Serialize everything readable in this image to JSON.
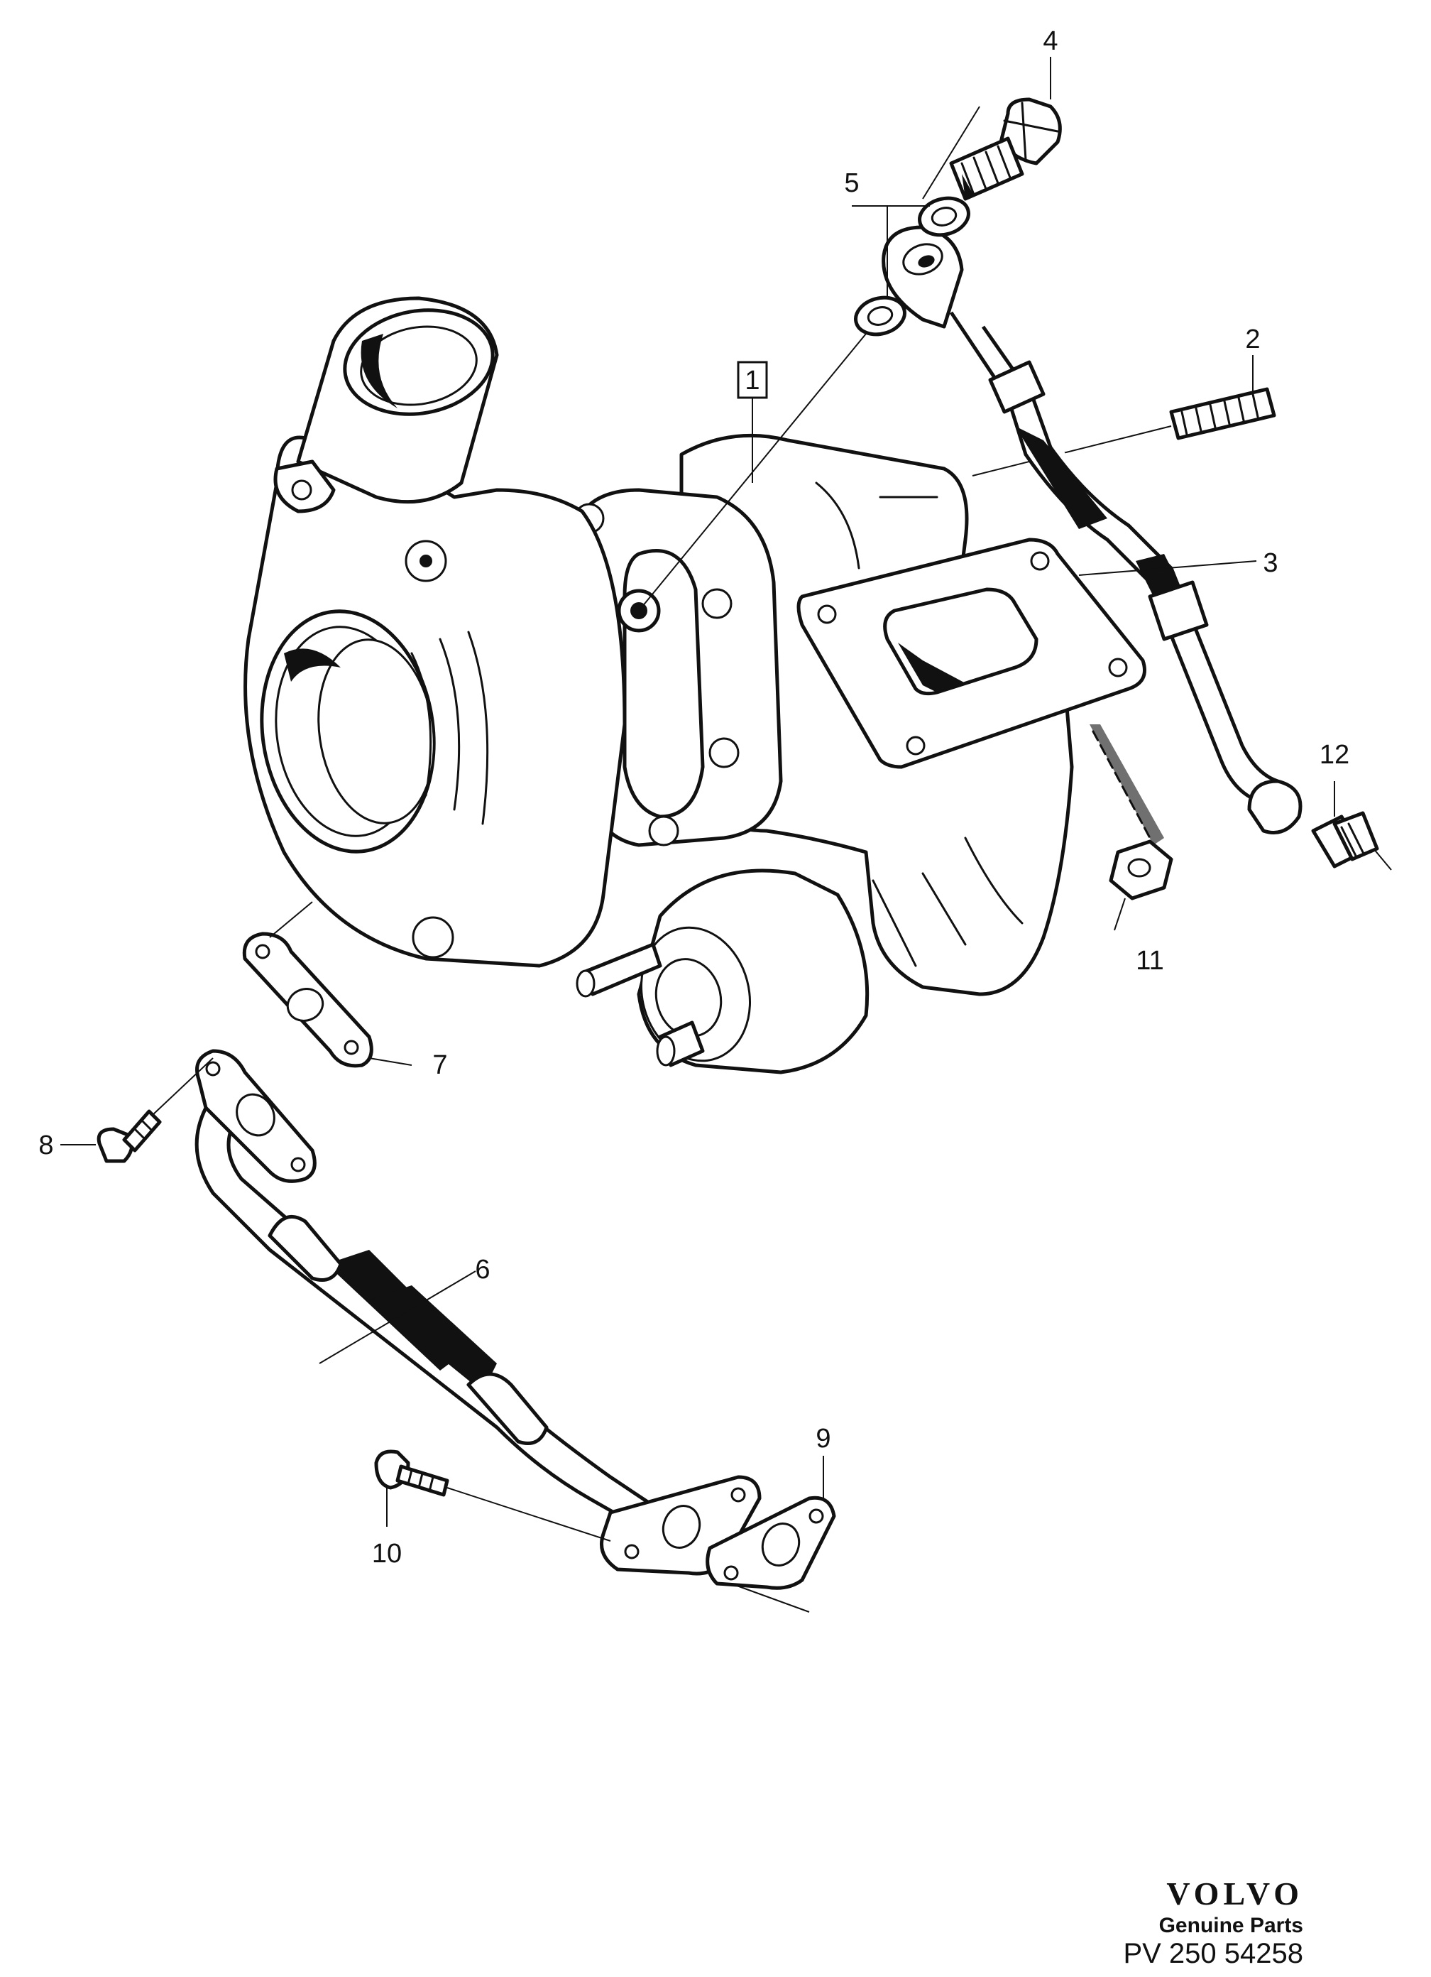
{
  "diagram": {
    "callouts": [
      {
        "id": "c1",
        "label": "1"
      },
      {
        "id": "c2",
        "label": "2"
      },
      {
        "id": "c3",
        "label": "3"
      },
      {
        "id": "c4",
        "label": "4"
      },
      {
        "id": "c5",
        "label": "5"
      },
      {
        "id": "c6",
        "label": "6"
      },
      {
        "id": "c7",
        "label": "7"
      },
      {
        "id": "c8",
        "label": "8"
      },
      {
        "id": "c9",
        "label": "9"
      },
      {
        "id": "c10",
        "label": "10"
      },
      {
        "id": "c11",
        "label": "11"
      },
      {
        "id": "c12",
        "label": "12"
      }
    ]
  },
  "brand": {
    "logo": "VOLVO",
    "subtitle": "Genuine Parts",
    "drawing_number": "PV 250 54258"
  },
  "colors": {
    "ink": "#111111",
    "paper": "#ffffff"
  }
}
